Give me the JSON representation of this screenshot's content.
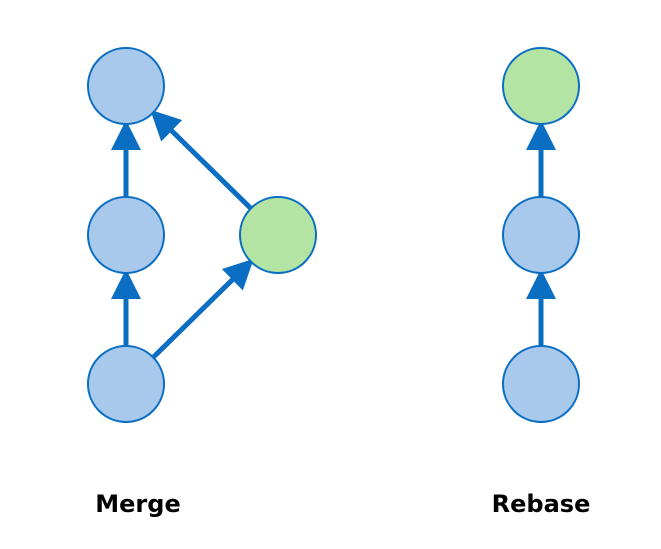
{
  "colors": {
    "commit_fill": "#a8c8ec",
    "branch_fill": "#b4e4a4",
    "stroke": "#0a6ec2",
    "arrow": "#0a6ec2"
  },
  "panels": [
    {
      "caption": "Merge",
      "nodes": [
        {
          "id": "m-top",
          "kind": "commit"
        },
        {
          "id": "m-mid",
          "kind": "commit"
        },
        {
          "id": "m-bot",
          "kind": "commit"
        },
        {
          "id": "m-branch",
          "kind": "branch"
        }
      ],
      "edges": [
        {
          "from": "m-bot",
          "to": "m-mid"
        },
        {
          "from": "m-mid",
          "to": "m-top"
        },
        {
          "from": "m-bot",
          "to": "m-branch"
        },
        {
          "from": "m-branch",
          "to": "m-top"
        }
      ]
    },
    {
      "caption": "Rebase",
      "nodes": [
        {
          "id": "r-top",
          "kind": "branch"
        },
        {
          "id": "r-mid",
          "kind": "commit"
        },
        {
          "id": "r-bot",
          "kind": "commit"
        }
      ],
      "edges": [
        {
          "from": "r-bot",
          "to": "r-mid"
        },
        {
          "from": "r-mid",
          "to": "r-top"
        }
      ]
    }
  ]
}
